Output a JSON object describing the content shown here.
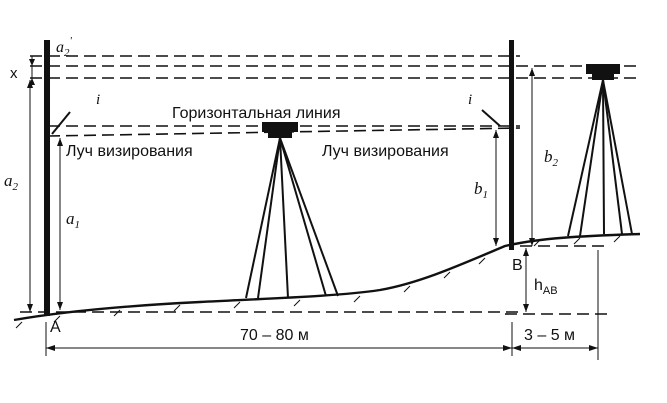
{
  "labels": {
    "horizontal_line": "Горизонтальная линия",
    "sight_ray_left": "Луч визирования",
    "sight_ray_right": "Луч визирования",
    "a2_prime": "a",
    "a2_prime_sub": "2",
    "a2_prime_sup": "'",
    "x": "x",
    "i_left": "i",
    "i_right": "i",
    "a2": "a",
    "a2_sub": "2",
    "a1": "a",
    "a1_sub": "1",
    "b1": "b",
    "b1_sub": "1",
    "b2": "b",
    "b2_sub": "2",
    "point_a": "A",
    "point_b": "B",
    "h_ab": "h",
    "h_ab_sub": "AB",
    "distance_main": "70 – 80 м",
    "distance_short": "3 – 5 м"
  }
}
